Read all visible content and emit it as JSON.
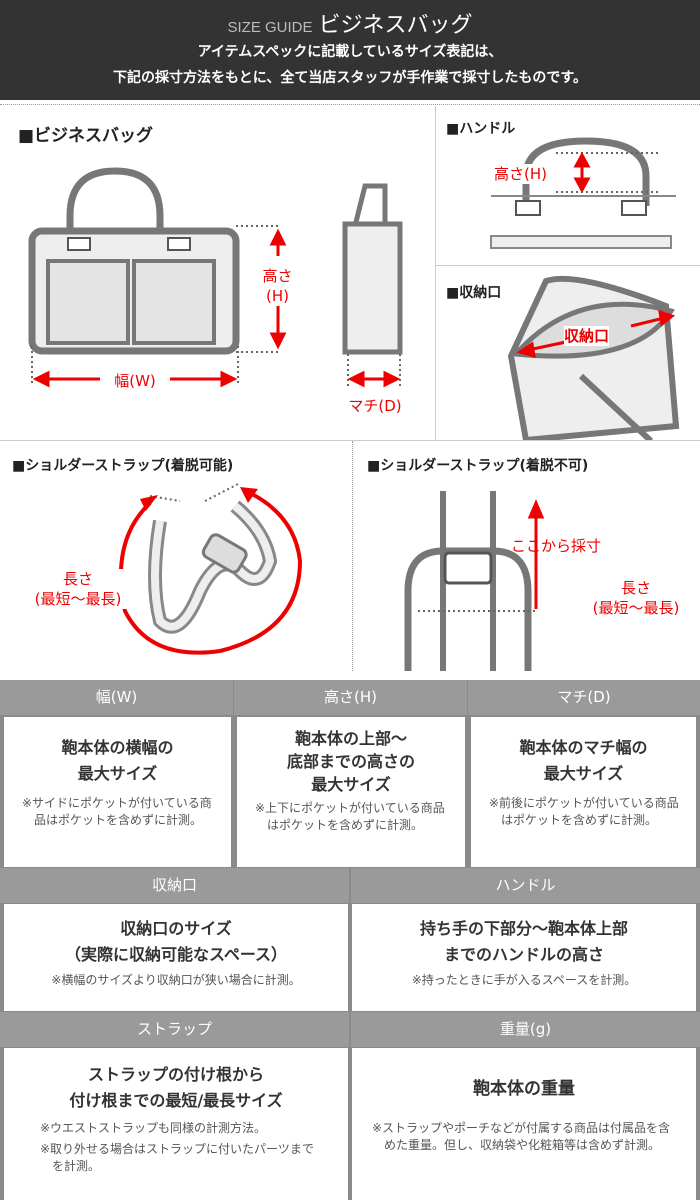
{
  "header": {
    "label": "SIZE GUIDE",
    "title": "ビジネスバッグ",
    "line1": "アイテムスペックに記載しているサイズ表記は、",
    "line2": "下記の採寸方法をもとに、全て当店スタッフが手作業で採寸したものです。"
  },
  "diagrams": {
    "bag": {
      "title": "■ビジネスバッグ",
      "height": "高さ",
      "height_code": "(H)",
      "width": "幅(W)",
      "depth": "マチ(D)"
    },
    "handle": {
      "title": "■ハンドル",
      "height": "高さ(H)"
    },
    "opening": {
      "title": "■収納口",
      "label": "収納口"
    },
    "strap_detachable": {
      "title": "■ショルダーストラップ(着脱可能)",
      "length": "長さ",
      "range": "(最短〜最長)"
    },
    "strap_fixed": {
      "title": "■ショルダーストラップ(着脱不可)",
      "from": "ここから採寸",
      "length": "長さ",
      "range": "(最短〜最長)"
    }
  },
  "table": {
    "w": {
      "header": "幅(W)",
      "main1": "鞄本体の横幅の",
      "main2": "最大サイズ",
      "note": "※サイドにポケットが付いている商品はポケットを含めずに計測。"
    },
    "h": {
      "header": "高さ(H)",
      "main1": "鞄本体の上部〜",
      "main2": "底部までの高さの",
      "main3": "最大サイズ",
      "note": "※上下にポケットが付いている商品はポケットを含めずに計測。"
    },
    "d": {
      "header": "マチ(D)",
      "main1": "鞄本体のマチ幅の",
      "main2": "最大サイズ",
      "note": "※前後にポケットが付いている商品はポケットを含めずに計測。"
    },
    "opening": {
      "header": "収納口",
      "main1": "収納口のサイズ",
      "main2": "（実際に収納可能なスペース）",
      "note": "※横幅のサイズより収納口が狭い場合に計測。"
    },
    "handle": {
      "header": "ハンドル",
      "main1": "持ち手の下部分〜鞄本体上部",
      "main2": "までのハンドルの高さ",
      "note": "※持ったときに手が入るスペースを計測。"
    },
    "strap": {
      "header": "ストラップ",
      "main1": "ストラップの付け根から",
      "main2": "付け根までの最短/最長サイズ",
      "note1": "※ウエストストラップも同様の計測方法。",
      "note2": "※取り外せる場合はストラップに付いたパーツまでを計測。"
    },
    "weight": {
      "header": "重量(g)",
      "main1": "鞄本体の重量",
      "note": "※ストラップやポーチなどが付属する商品は付属品を含めた重量。但し、収納袋や化粧箱等は含めず計測。"
    }
  }
}
